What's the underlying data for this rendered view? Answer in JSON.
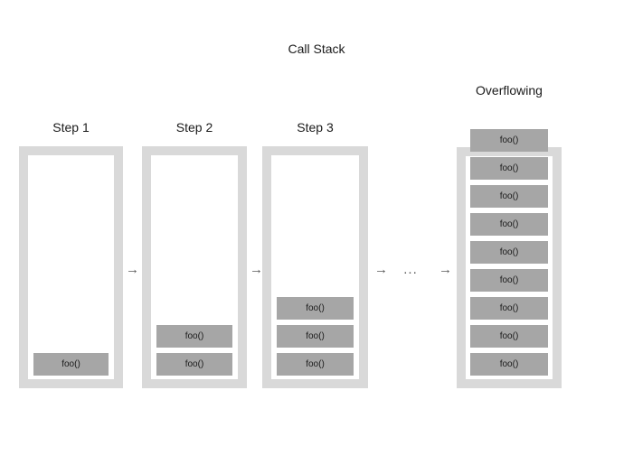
{
  "diagram": {
    "title": "Call Stack",
    "frame_label": "foo()",
    "ellipsis": "...",
    "arrow_glyph": "→",
    "colors": {
      "background": "#ffffff",
      "container": "#d9d9d9",
      "container_inner": "#ffffff",
      "frame": "#a6a6a6",
      "text": "#1a1a1a",
      "arrow": "#595959"
    },
    "columns": [
      {
        "id": "step-1",
        "label": "Step 1",
        "frame_count": 1,
        "overflowing": false,
        "frames": [
          {
            "label": "foo()"
          }
        ]
      },
      {
        "id": "step-2",
        "label": "Step 2",
        "frame_count": 2,
        "overflowing": false,
        "frames": [
          {
            "label": "foo()"
          },
          {
            "label": "foo()"
          }
        ]
      },
      {
        "id": "step-3",
        "label": "Step 3",
        "frame_count": 3,
        "overflowing": false,
        "frames": [
          {
            "label": "foo()"
          },
          {
            "label": "foo()"
          },
          {
            "label": "foo()"
          }
        ]
      },
      {
        "id": "overflowing",
        "label": "Overflowing",
        "frame_count": 9,
        "overflowing": true,
        "frames": [
          {
            "label": "foo()"
          },
          {
            "label": "foo()"
          },
          {
            "label": "foo()"
          },
          {
            "label": "foo()"
          },
          {
            "label": "foo()"
          },
          {
            "label": "foo()"
          },
          {
            "label": "foo()"
          },
          {
            "label": "foo()"
          },
          {
            "label": "foo()"
          }
        ]
      }
    ],
    "connectors": [
      {
        "id": "arrow-1",
        "type": "arrow",
        "glyph": "→"
      },
      {
        "id": "arrow-2",
        "type": "arrow",
        "glyph": "→"
      },
      {
        "id": "arrow-3",
        "type": "arrow",
        "glyph": "→"
      },
      {
        "id": "ellipsis-1",
        "type": "ellipsis",
        "glyph": "..."
      },
      {
        "id": "arrow-4",
        "type": "arrow",
        "glyph": "→"
      }
    ]
  }
}
